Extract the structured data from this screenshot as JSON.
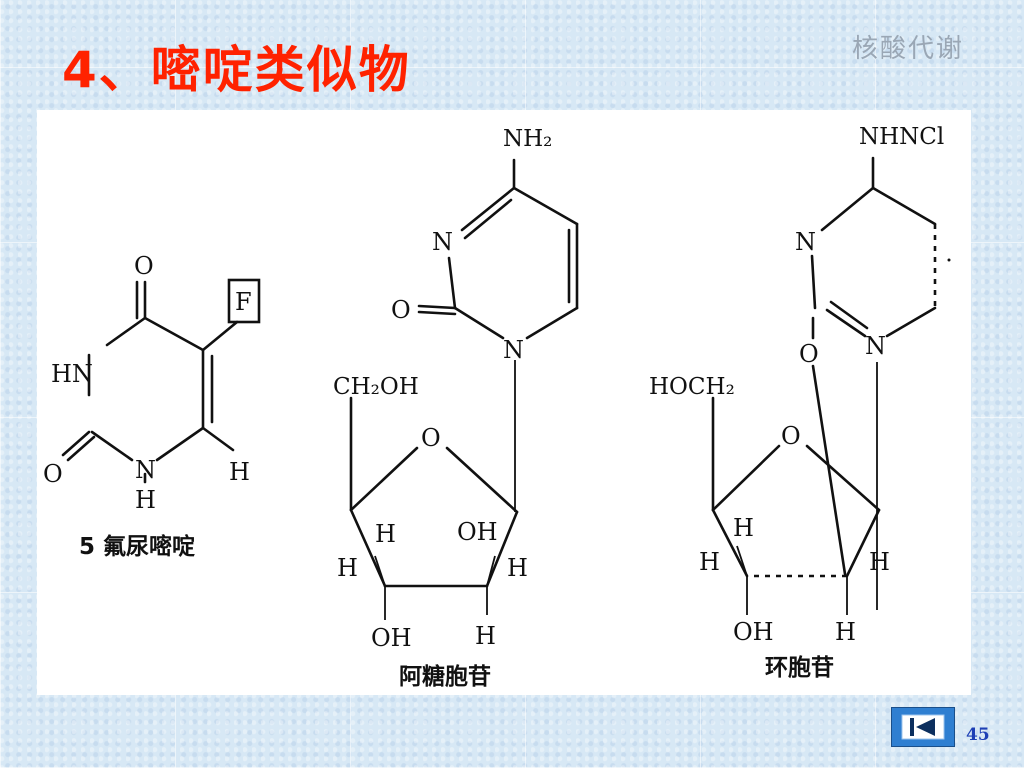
{
  "slide": {
    "title": "4、嘧啶类似物",
    "header_tag": "核酸代谢",
    "page_number": "45"
  },
  "molecules": {
    "fluorouracil": {
      "caption": "5 氟尿嘧啶",
      "atoms": {
        "o_top": "O",
        "f": "F",
        "hn": "HN",
        "o_left": "O",
        "n": "N",
        "n_h": "H",
        "c6_h": "H"
      }
    },
    "cytarabine": {
      "caption": "阿糖胞苷",
      "atoms": {
        "nh2": "NH₂",
        "n3": "N",
        "o2": "O",
        "n1": "N",
        "ch2oh": "CH₂OH",
        "ring_o": "O",
        "h_c3_up": "H",
        "oh_c2": "OH",
        "h_c4": "H",
        "h_c2": "H",
        "oh_c3": "OH",
        "h_c3_down": "H"
      }
    },
    "cyclocytidine": {
      "caption": "环胞苷",
      "atoms": {
        "nhncl": "NHNCl",
        "n3": "N",
        "o_bridge": "O",
        "n1": "N",
        "hoch2": "HOCH₂",
        "ring_o": "O",
        "h_c3_up": "H",
        "h_c4": "H",
        "h_c2": "H",
        "oh_c3": "OH",
        "h_c2_down": "H"
      }
    }
  },
  "nav": {
    "back_icon": "skip-back-icon"
  },
  "colors": {
    "title": "#ff2200",
    "header_tag": "#9aa7b5",
    "nav_button": "#2f7fd1",
    "page_number": "#1d3fb5"
  }
}
